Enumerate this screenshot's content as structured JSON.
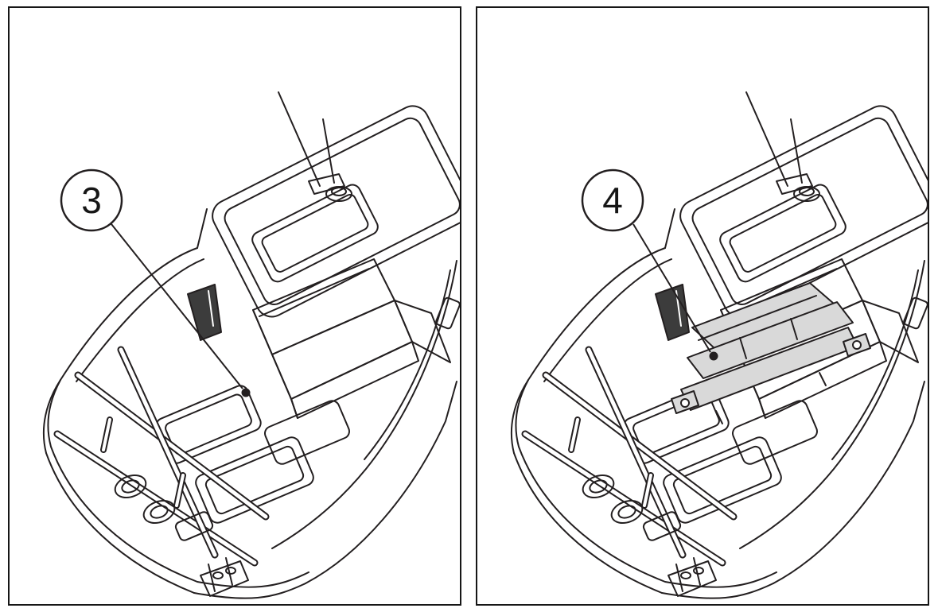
{
  "figure": {
    "type": "technical-illustration",
    "description": "Two-step parts location diagram of a boat bow deck",
    "panels": [
      {
        "callout": "3"
      },
      {
        "callout": "4"
      }
    ]
  },
  "colors": {
    "line": "#231f20",
    "highlight_fill": "#d9d9d9",
    "panel_border": "#161616",
    "background": "#ffffff"
  }
}
